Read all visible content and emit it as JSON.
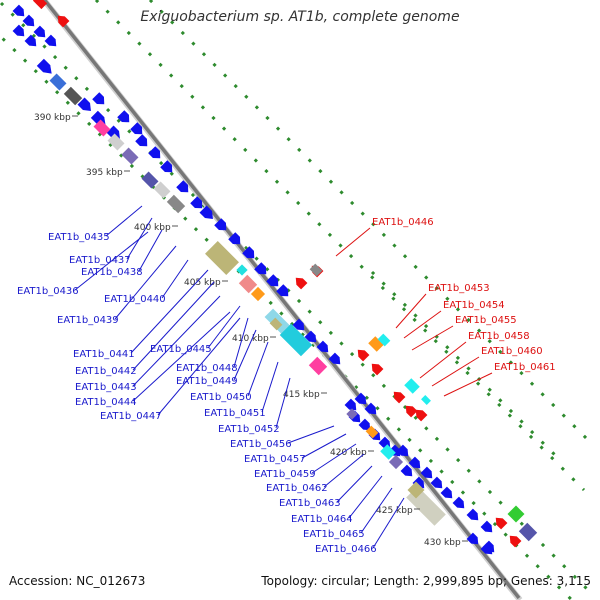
{
  "title": "Exiguobacterium sp. AT1b, complete genome",
  "footer": {
    "accession": "Accession: NC_012673",
    "topology": "Topology: circular; Length: 2,999,895 bp; Genes: 3,115"
  },
  "scale_ticks": [
    "390 kbp",
    "395 kbp",
    "400 kbp",
    "405 kbp",
    "410 kbp",
    "415 kbp",
    "420 kbp",
    "425 kbp",
    "430 kbp"
  ],
  "colors": {
    "forward_cds": "#1010ee",
    "reverse_cds": "#ee1010",
    "label_forward": "#1a1acc",
    "label_reverse": "#dd1111",
    "backbone": "#777777",
    "dots": "#2e8b2e"
  },
  "labels_left": [
    "EAT1b_0435",
    "EAT1b_0437",
    "EAT1b_0438",
    "EAT1b_0436",
    "EAT1b_0440",
    "EAT1b_0439",
    "EAT1b_0441",
    "EAT1b_0445",
    "EAT1b_0442",
    "EAT1b_0448",
    "EAT1b_0443",
    "EAT1b_0449",
    "EAT1b_0444",
    "EAT1b_0450",
    "EAT1b_0447",
    "EAT1b_0451",
    "EAT1b_0452",
    "EAT1b_0456",
    "EAT1b_0457",
    "EAT1b_0459",
    "EAT1b_0462",
    "EAT1b_0463",
    "EAT1b_0464",
    "EAT1b_0465",
    "EAT1b_0466"
  ],
  "labels_right": [
    "EAT1b_0446",
    "EAT1b_0453",
    "EAT1b_0454",
    "EAT1b_0455",
    "EAT1b_0458",
    "EAT1b_0460",
    "EAT1b_0461"
  ]
}
